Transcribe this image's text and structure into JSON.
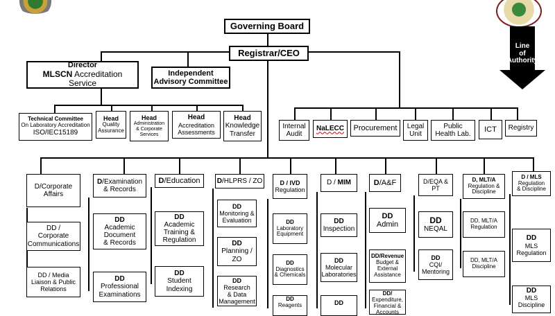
{
  "top": {
    "governing_board": "Governing Board",
    "registrar": "Registrar/CEO",
    "line_of_authority": "Line\nof\nAuthority"
  },
  "left_branch": {
    "director_title": "Director",
    "director_unit_bold": "MLSCN",
    "director_unit_rest": " Accreditation Service",
    "advisory": "Independent\nAdvisory Committee",
    "technical_committee_title": "Technical Committee",
    "technical_committee_sub": "On Laboratory Accreditation",
    "technical_committee_iso": "ISO/IEC15189",
    "head_qa_title": "Head",
    "head_qa_sub": "Quality\nAssurance",
    "head_admin_title": "Head",
    "head_admin_sub": "Administration\n& Corporate\nServices",
    "head_accr_title": "Head",
    "head_accr_sub": "Accreditation\nAssessments",
    "head_kt_title": "Head",
    "head_kt_sub": "Knowledge\nTransfer"
  },
  "right_units": {
    "internal_audit": "Internal\nAudit",
    "nalecc": "NaLECC",
    "procurement": "Procurement",
    "legal": "Legal\nUnit",
    "public_health": "Public\nHealth Lab.",
    "ict": "ICT",
    "registry": "Registry"
  },
  "departments": {
    "corporate": {
      "head": "D/Corporate\nAffairs",
      "s1": "DD /\nCorporate\nCommunications",
      "s2": "DD / Media\nLiaison & Public\nRelations"
    },
    "exam": {
      "head_b": "D",
      "head_r": "/Examination\n& Records",
      "s1_b": "DD",
      "s1_r": "Academic\nDocument\n& Records",
      "s2_b": "DD",
      "s2_r": "Professional\nExaminations"
    },
    "education": {
      "head_b": "D",
      "head_r": "/Education",
      "s1_b": "DD",
      "s1_r": "Academic\nTraining &\nRegulation",
      "s2_b": "DD",
      "s2_r": "Student\nIndexing"
    },
    "hlprs": {
      "head_b": "D",
      "head_r": "/HLPRS / ZO",
      "s1_b": "DD",
      "s1_r": "Monitoring &\nEvaluation",
      "s2_b": "DD",
      "s2_r": "Planning /\nZO",
      "s3_b": "DD",
      "s3_r": "Research\n& Data\nManagement"
    },
    "ivd": {
      "head_b": "D / IVD",
      "head_r": "Regulation",
      "s1_b": "DD",
      "s1_r": "Laboratory\nEquipment",
      "s2_b": "DD",
      "s2_r": "Diagnostics\n& Chemicals",
      "s3_b": "DD",
      "s3_r": "Reagents"
    },
    "mim": {
      "head_r": "D / ",
      "head_b": "MIM",
      "s1_b": "DD",
      "s1_r": "Inspection",
      "s2_b": "DD",
      "s2_r": "Molecular\nLaboratories",
      "s3_b": "DD"
    },
    "af": {
      "head_b": "D",
      "head_r": "/A&F",
      "s1_b": "DD",
      "s1_r": "Admin",
      "s2_b": "DD/Revenue",
      "s2_r": "Budget &\nExternal\nAssistance",
      "s3_b": "DD/",
      "s3_r": "Expenditure,\nFinancial &\nAccounts"
    },
    "eqa": {
      "head": "D/EQA &\nPT",
      "s1_b": "DD",
      "s1_r": "NEQAL",
      "s2_b": "DD",
      "s2_r": "CQI/\nMentoring"
    },
    "mlta": {
      "head_b": "D, MLT/A",
      "head_r": "Regulation &\nDiscipline",
      "s1": "DD, MLT/A\nRegulation",
      "s2": "DD, MLT/A\nDiscipline"
    },
    "mls": {
      "head_b": "D / MLS",
      "head_r": "Regulation\n& Discipline",
      "s1_b": "DD",
      "s1_r": "MLS\nRegulation",
      "s2_b": "DD",
      "s2_r": "MLS\nDiscipline"
    }
  }
}
